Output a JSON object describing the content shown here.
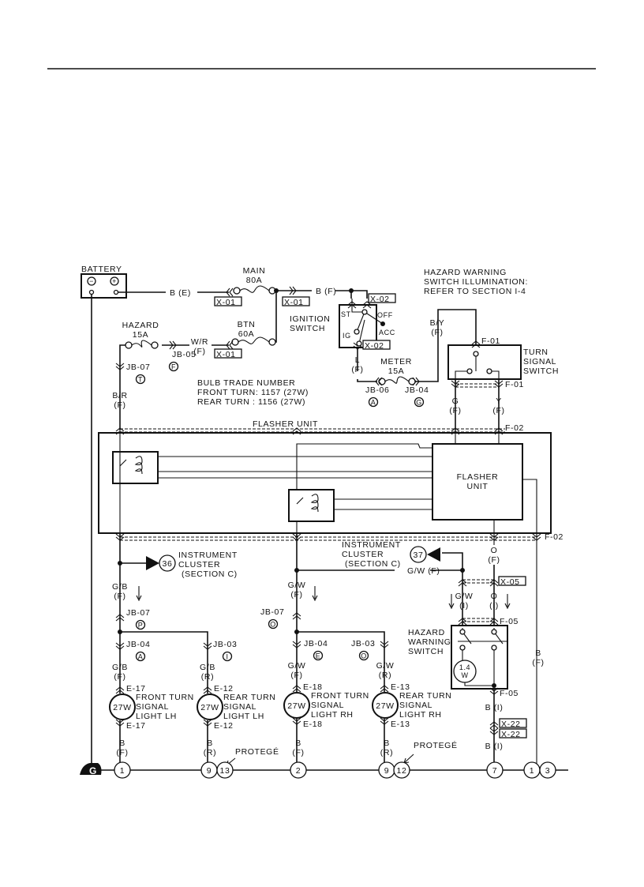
{
  "diagram": {
    "battery": {
      "label": "BATTERY",
      "minus": "−",
      "plus": "+"
    },
    "main_fuse": {
      "name": "MAIN",
      "rating": "80A"
    },
    "btn_fuse": {
      "name": "BTN",
      "rating": "60A"
    },
    "hazard_fuse": {
      "name": "HAZARD",
      "rating": "15A"
    },
    "meter_fuse": {
      "name": "METER",
      "rating": "15A"
    },
    "ignition_switch": {
      "lines": [
        "IGNITION",
        "SWITCH"
      ],
      "positions": [
        "ST",
        "IG",
        "OFF",
        "ACC"
      ]
    },
    "turn_signal_switch": {
      "lines": [
        "TURN",
        "SIGNAL",
        "SWITCH"
      ]
    },
    "hazard_note": {
      "lines": [
        "HAZARD WARNING",
        "SWITCH ILLUMINATION:",
        "REFER TO SECTION I-4"
      ]
    },
    "bulb_note": {
      "lines": [
        "BULB TRADE NUMBER",
        "FRONT TURN: 1157 (27W)",
        "REAR TURN : 1156 (27W)"
      ]
    },
    "flasher_unit": {
      "outer_label": "FLASHER UNIT",
      "inner_lines": [
        "FLASHER",
        "UNIT"
      ]
    },
    "instrument_cluster_36": {
      "ref": "36",
      "lines": [
        "INSTRUMENT",
        "CLUSTER",
        "(SECTION C)"
      ]
    },
    "instrument_cluster_37": {
      "ref": "37",
      "lines": [
        "INSTRUMENT",
        "CLUSTER",
        "(SECTION C)"
      ]
    },
    "hazard_switch": {
      "lines": [
        "HAZARD",
        "WARNING",
        "SWITCH"
      ],
      "bulb": [
        "1.4",
        "W"
      ]
    },
    "wires": {
      "b_e": "B (E)",
      "b_f_top": "B (F)",
      "w_r": [
        "W/R",
        "(F)"
      ],
      "b_r": [
        "B/R",
        "(F)"
      ],
      "l_f": [
        "L",
        "(F)"
      ],
      "b_y": [
        "B/Y",
        "(F)"
      ],
      "g_f": [
        "G",
        "(F)"
      ],
      "y_f": [
        "Y",
        "(F)"
      ],
      "o_f": [
        "O",
        "(F)"
      ],
      "gw_f_h": "G/W (F)",
      "gw_i": [
        "G/W",
        "(I)"
      ],
      "o_i": [
        "O",
        "(I)"
      ],
      "b_i_1": "B (I)",
      "b_i_2": "B (I)",
      "b_f_right": [
        "B",
        "(F)"
      ],
      "gb_f_1": [
        "G/B",
        "(F)"
      ],
      "gb_f_2": [
        "G/B",
        "(F)"
      ],
      "gb_r": [
        "G/B",
        "(R)"
      ],
      "gw_f_1": [
        "G/W",
        "(F)"
      ],
      "gw_f_2": [
        "G/W",
        "(F)"
      ],
      "gw_r": [
        "G/W",
        "(R)"
      ],
      "b_f_fl": [
        "B",
        "(F)"
      ],
      "b_r_rl": [
        "B",
        "(R)"
      ],
      "b_f_fr": [
        "B",
        "(F)"
      ],
      "b_r_rr": [
        "B",
        "(R)"
      ]
    },
    "connectors": {
      "x01a": "X-01",
      "x01b": "X-01",
      "x01c": "X-01",
      "x02a": "X-02",
      "x02b": "X-02",
      "x05": "X-05",
      "x22a": "X-22",
      "x22b": "X-22",
      "f01a": "F-01",
      "f01b": "F-01",
      "f02a": "F-02",
      "f02b": "F-02",
      "f05a": "F-05",
      "f05b": "F-05",
      "e17a": "E-17",
      "e17b": "E-17",
      "e12a": "E-12",
      "e12b": "E-12",
      "e18a": "E-18",
      "e18b": "E-18",
      "e13a": "E-13",
      "e13b": "E-13"
    },
    "junctions": {
      "jb05": {
        "name": "JB-05",
        "pin": "F"
      },
      "jb07_t": {
        "name": "JB-07",
        "pin": "T"
      },
      "jb06": {
        "name": "JB-06",
        "pin": "A"
      },
      "jb04_g": {
        "name": "JB-04",
        "pin": "G"
      },
      "jb07_p": {
        "name": "JB-07",
        "pin": "P"
      },
      "jb04_a": {
        "name": "JB-04",
        "pin": "A"
      },
      "jb03_i": {
        "name": "JB-03",
        "pin": "I"
      },
      "jb07_o": {
        "name": "JB-07",
        "pin": "O"
      },
      "jb04_e": {
        "name": "JB-04",
        "pin": "E"
      },
      "jb03_o": {
        "name": "JB-03",
        "pin": "O"
      }
    },
    "bulbs": {
      "front_lh": {
        "watt": "27W",
        "lines": [
          "FRONT TURN",
          "SIGNAL",
          "LIGHT LH"
        ]
      },
      "rear_lh": {
        "watt": "27W",
        "lines": [
          "REAR TURN",
          "SIGNAL",
          "LIGHT LH"
        ]
      },
      "front_rh": {
        "watt": "27W",
        "lines": [
          "FRONT TURN",
          "SIGNAL",
          "LIGHT RH"
        ]
      },
      "rear_rh": {
        "watt": "27W",
        "lines": [
          "REAR TURN",
          "SIGNAL",
          "LIGHT RH"
        ]
      }
    },
    "ground": {
      "label": "G",
      "points": [
        "1",
        "9",
        "13",
        "2",
        "9",
        "12",
        "7",
        "1",
        "3"
      ]
    },
    "protege": [
      "PROTEGÉ",
      "PROTEGÉ"
    ]
  }
}
